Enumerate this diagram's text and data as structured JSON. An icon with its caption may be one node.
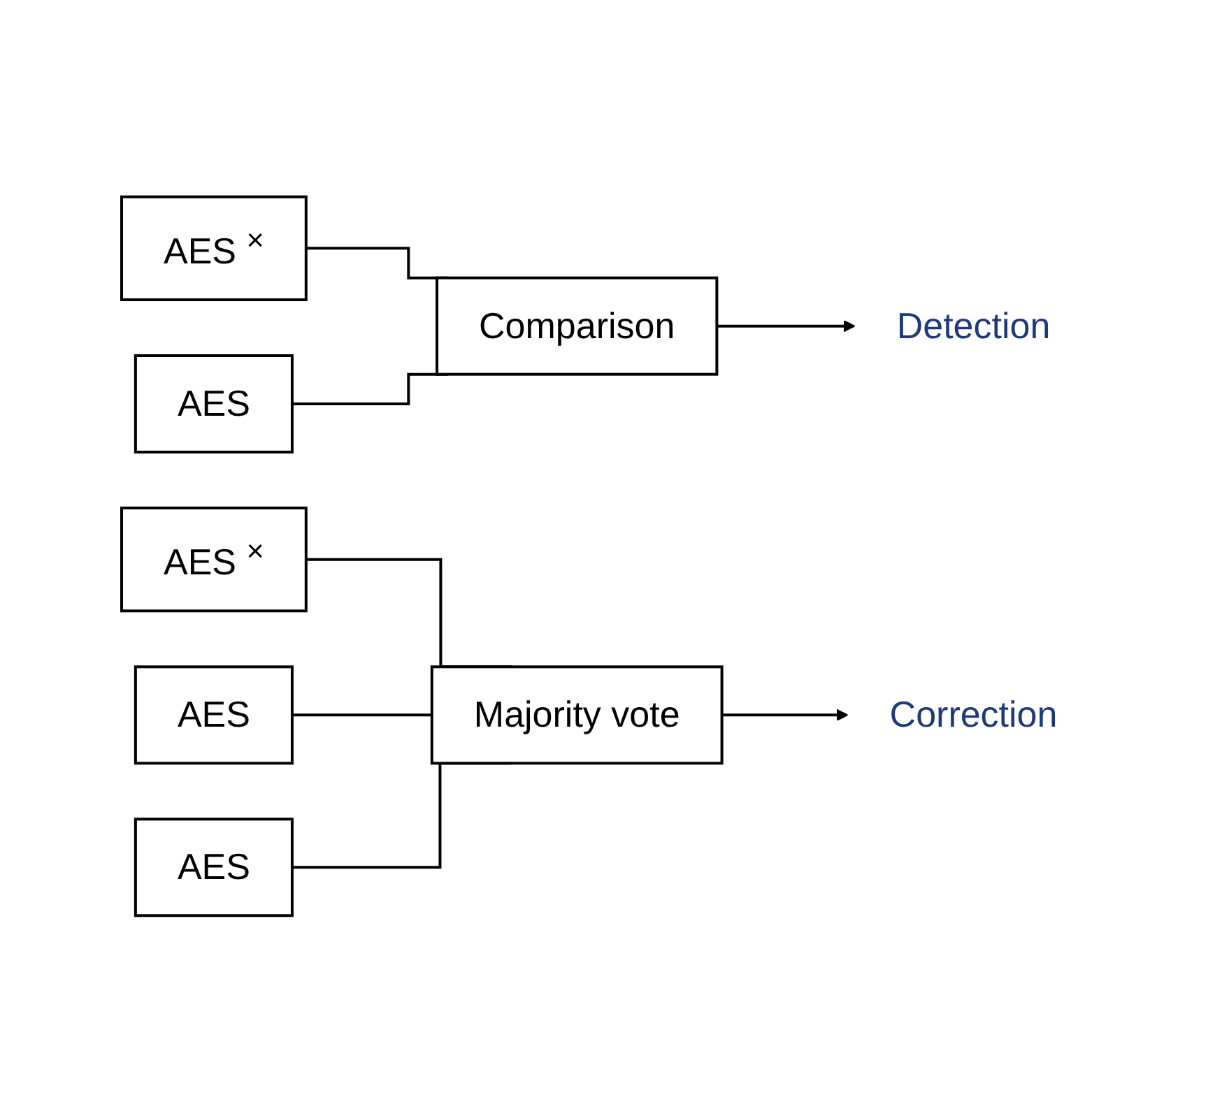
{
  "diagram": {
    "nodes": [
      {
        "text": [
          "AES",
          "×"
        ]
      },
      {
        "text": [
          "AES"
        ]
      },
      {
        "text": [
          "Comparison"
        ]
      },
      {
        "text": [
          "Detection"
        ]
      },
      {
        "text": [
          "AES",
          "×"
        ]
      },
      {
        "text": [
          "AES"
        ]
      },
      {
        "text": [
          "AES"
        ]
      },
      {
        "text": [
          "Majority vote"
        ]
      },
      {
        "text": [
          "Correction"
        ]
      }
    ],
    "edges": [
      {
        "from": 0,
        "to": 2,
        "arrow": "none"
      },
      {
        "from": 1,
        "to": 2,
        "arrow": "none"
      },
      {
        "from": 2,
        "to": 3,
        "arrow": "to"
      },
      {
        "from": 4,
        "to": 7,
        "arrow": "none"
      },
      {
        "from": 5,
        "to": 7,
        "arrow": "none"
      },
      {
        "from": 6,
        "to": 7,
        "arrow": "none"
      },
      {
        "from": 7,
        "to": 8,
        "arrow": "to"
      }
    ]
  }
}
